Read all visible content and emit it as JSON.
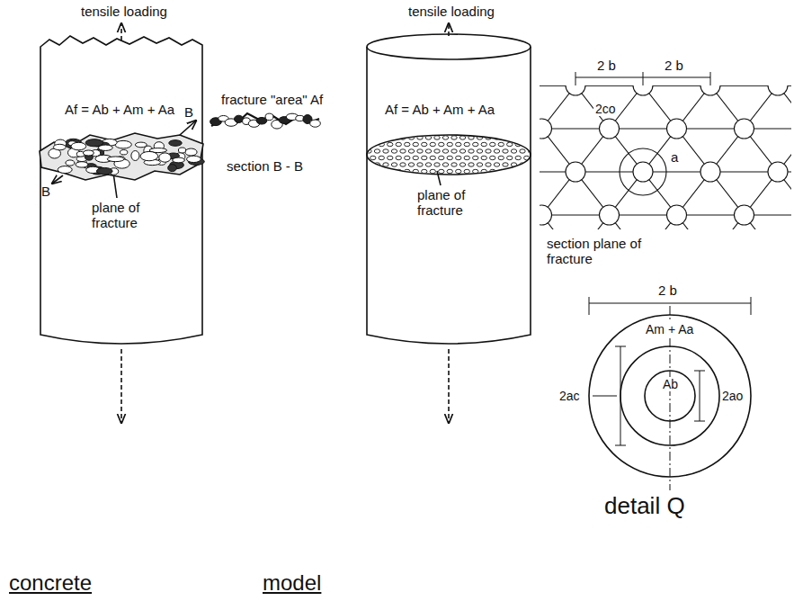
{
  "diagram": {
    "labels": [
      "tensile loading",
      "Af = Ab + Am + Aa",
      "B",
      "B",
      "plane of fracture",
      "fracture \"area\" Af",
      "section B - B",
      "tensile loading",
      "Af = Ab + Am + Aa",
      "plane of fracture",
      "2 b",
      "2 b",
      "2co",
      "a",
      "section plane of fracture",
      "2 b",
      "Am + Aa",
      "Ab",
      "2ac",
      "2ao",
      "detail Q",
      "concrete",
      "model"
    ]
  }
}
